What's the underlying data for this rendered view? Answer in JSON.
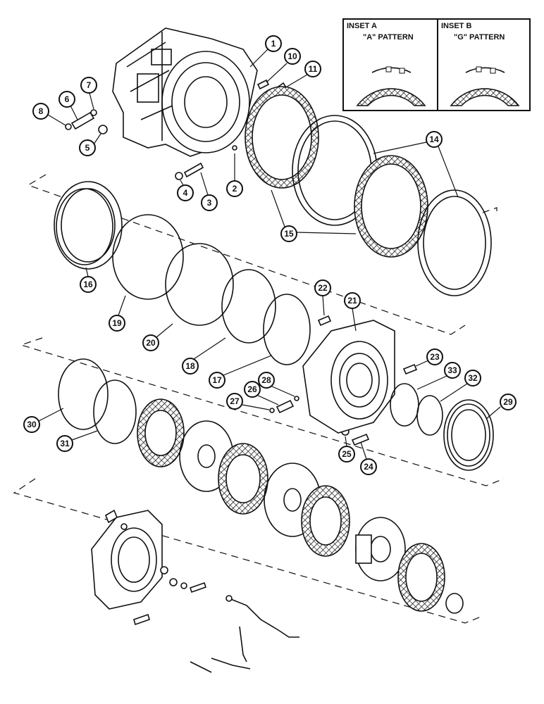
{
  "insets": [
    {
      "title": "INSET A",
      "pattern": "\"A\" PATTERN"
    },
    {
      "title": "INSET B",
      "pattern": "\"G\" PATTERN"
    }
  ],
  "callouts": [
    "1",
    "2",
    "3",
    "4",
    "5",
    "6",
    "7",
    "8",
    "10",
    "11",
    "14",
    "15",
    "16",
    "17",
    "18",
    "19",
    "20",
    "21",
    "22",
    "23",
    "24",
    "25",
    "26",
    "27",
    "28",
    "29",
    "30",
    "31",
    "32",
    "33"
  ],
  "colors": {
    "ink": "#111111",
    "paper": "#ffffff"
  }
}
